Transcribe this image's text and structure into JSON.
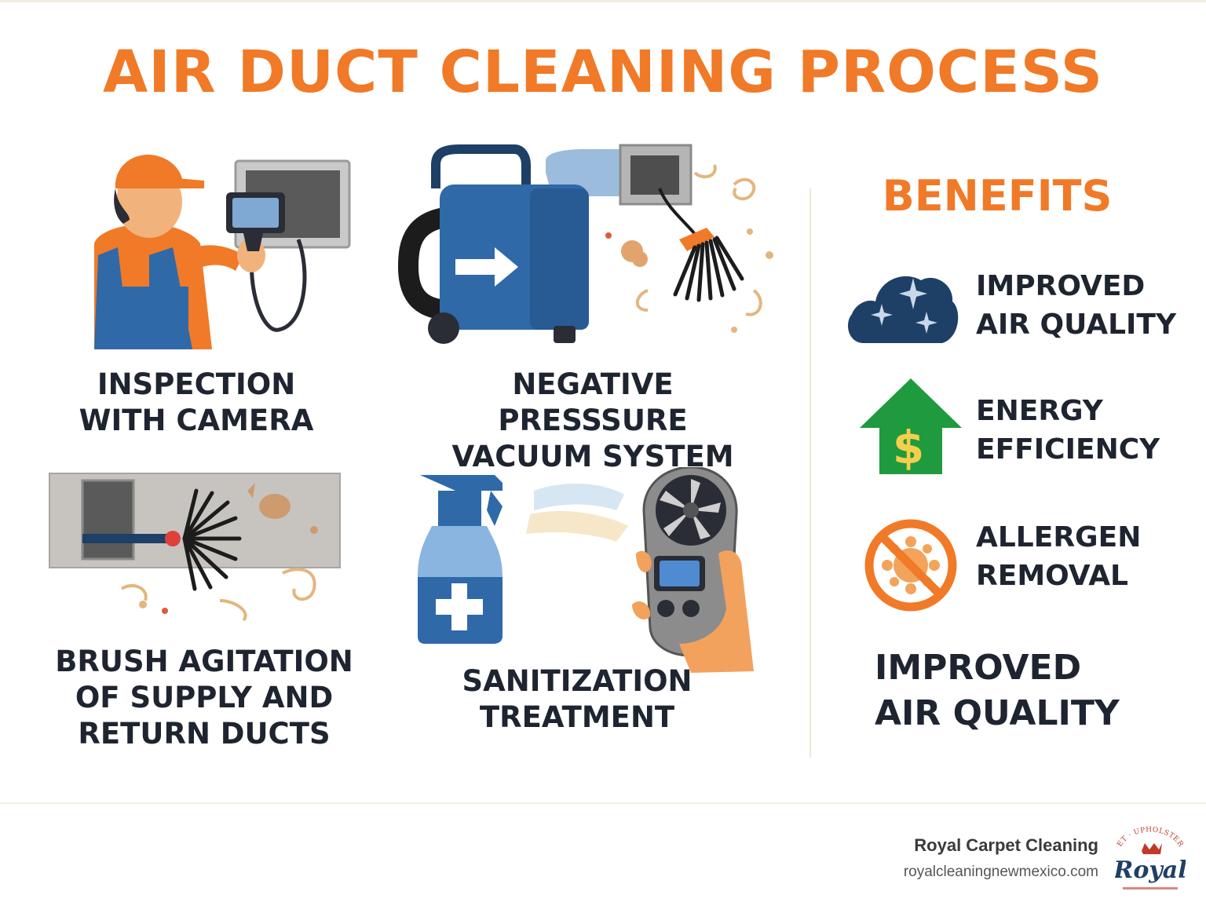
{
  "title": "AIR DUCT CLEANING PROCESS",
  "steps": [
    {
      "line1": "INSPECTION",
      "line2": "WITH CAMERA"
    },
    {
      "line1": "NEGATIVE PRESSSURE",
      "line2": "VACUUM SYSTEM"
    },
    {
      "line1": "BRUSH AGITATION",
      "line2": "OF SUPPLY AND",
      "line3": "RETURN DUCTS"
    },
    {
      "line1": "SANITIZATION",
      "line2": "TREATMENT"
    }
  ],
  "benefits": {
    "title": "BENEFITS",
    "items": [
      {
        "line1": "IMPROVED",
        "line2": "AIR QUALITY",
        "icon": "sparkle-cloud-icon"
      },
      {
        "line1": "ENERGY",
        "line2": "EFFICIENCY",
        "icon": "dollar-arrow-up-icon"
      },
      {
        "line1": "ALLERGEN",
        "line2": "REMOVAL",
        "icon": "no-allergen-icon"
      }
    ],
    "summary": {
      "line1": "IMPROVED",
      "line2": "AIR QUALITY"
    }
  },
  "footer": {
    "brand": "Royal Carpet Cleaning",
    "url": "royalcleaningnewmexico.com",
    "logo_text": "Royal",
    "logo_arc_text": "PET · UPHOLSTERY"
  },
  "colors": {
    "accent": "#f07a27",
    "navy": "#1e3f66",
    "blue": "#2f69a8",
    "green": "#1f9a3e",
    "text": "#1e2430"
  }
}
